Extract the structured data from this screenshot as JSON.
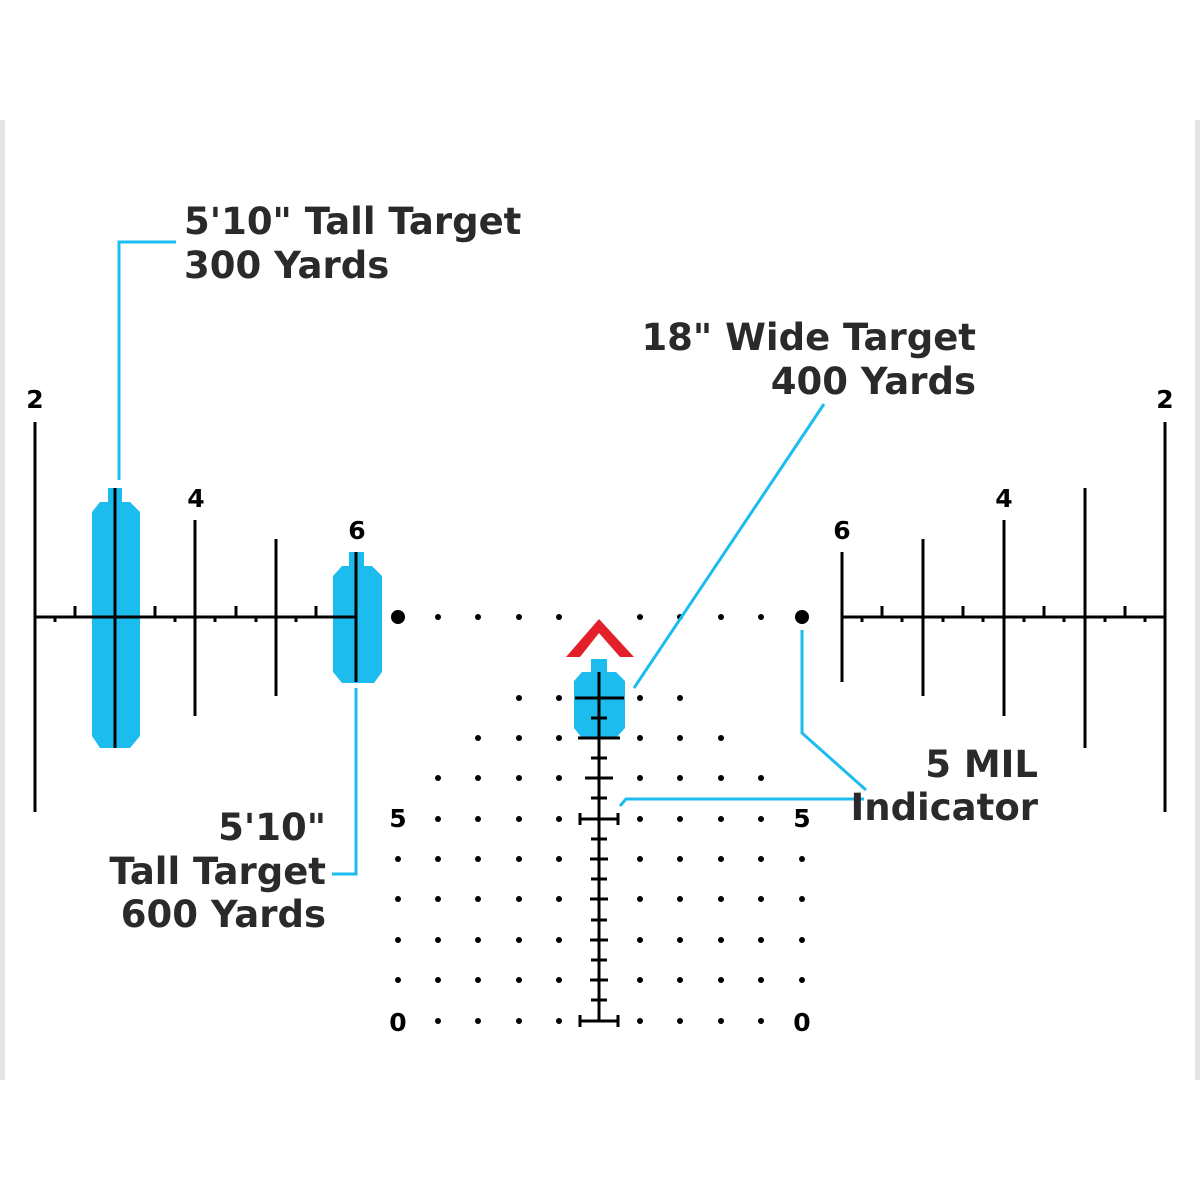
{
  "colors": {
    "target_fill": "#1dbcef",
    "leader_line": "#1dbcef",
    "reticle": "#000000",
    "chevron": "#e3202a",
    "text": "#2a2a2a"
  },
  "labels": {
    "tall_300_line1": "5'10\" Tall Target",
    "tall_300_line2": "300 Yards",
    "wide_400_line1": "18\" Wide Target",
    "wide_400_line2": "400 Yards",
    "tall_600_line1": "5'10\"",
    "tall_600_line2": "Tall Target",
    "tall_600_line3": "600 Yards",
    "mil_line1": "5 MIL",
    "mil_line2": "Indicator"
  },
  "numbers": {
    "left_2": "2",
    "left_4": "4",
    "left_6": "6",
    "right_6": "6",
    "right_4": "4",
    "right_2": "2",
    "grid_5_left": "5",
    "grid_5_right": "5",
    "grid_0_left": "0",
    "grid_0_right": "0"
  },
  "icons": {
    "chevron": "chevron-up-icon"
  }
}
